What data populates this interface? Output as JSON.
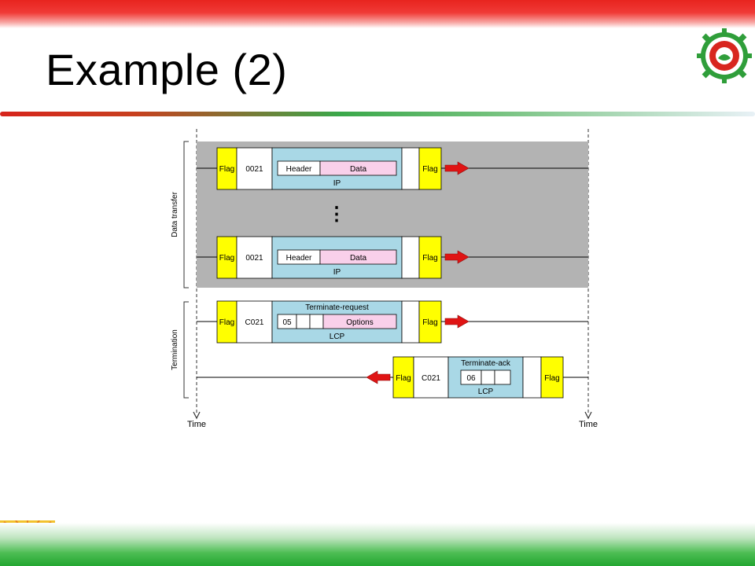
{
  "slide": {
    "title": "Example (2)"
  },
  "diagram": {
    "sections": {
      "data_transfer": "Data transfer",
      "termination": "Termination"
    },
    "frames": {
      "flag": "Flag",
      "protocol_ip": "0021",
      "protocol_lcp": "C021",
      "header": "Header",
      "data": "Data",
      "ip": "IP",
      "lcp": "LCP",
      "terminate_request": "Terminate-request",
      "terminate_ack": "Terminate-ack",
      "code_request": "05",
      "code_ack": "06",
      "options": "Options"
    },
    "ellipsis": "⋮",
    "time_label": "Time"
  },
  "colors": {
    "flag": "#ffff00",
    "payload": "#a9d8e6",
    "data_field": "#f9d0ea",
    "band": "#b3b3b3",
    "arrow": "#e01414"
  }
}
